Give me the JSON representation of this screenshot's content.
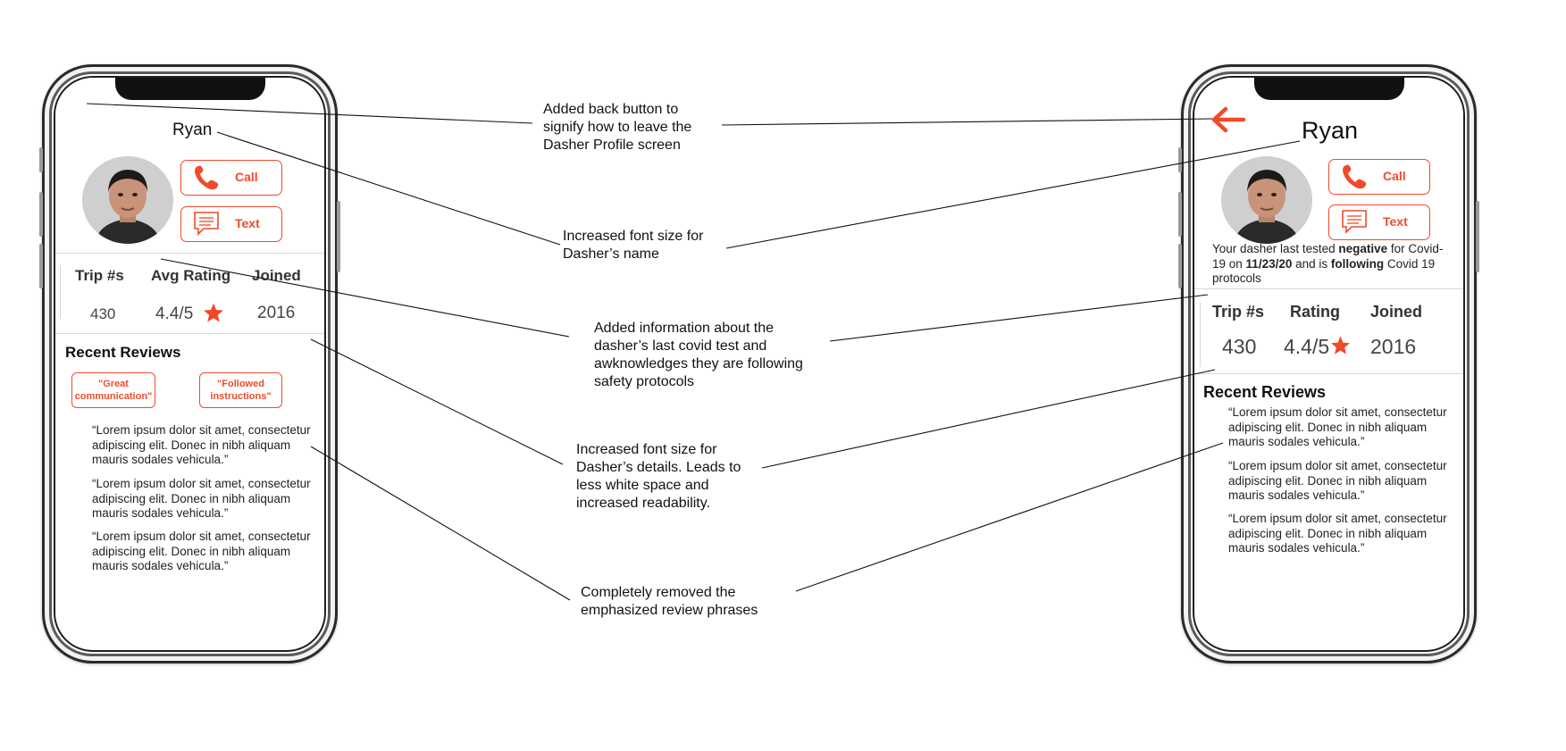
{
  "before": {
    "name": "Ryan",
    "buttons": {
      "call": "Call",
      "text": "Text"
    },
    "stats": {
      "headers": [
        "Trip #s",
        "Avg Rating",
        "Joined"
      ],
      "values": [
        "430",
        "4.4/5",
        "2016"
      ]
    },
    "reviews_title": "Recent Reviews",
    "chips": [
      "\"Great communication\"",
      "\"Followed instructions\""
    ],
    "reviews": [
      "“Lorem ipsum dolor sit amet, consectetur adipiscing elit. Donec in nibh aliquam mauris sodales vehicula.”",
      "“Lorem ipsum dolor sit amet, consectetur adipiscing elit. Donec in nibh aliquam mauris sodales vehicula.”",
      "“Lorem ipsum dolor sit amet, consectetur adipiscing elit. Donec in nibh aliquam mauris sodales vehicula.”"
    ]
  },
  "after": {
    "name": "Ryan",
    "buttons": {
      "call": "Call",
      "text": "Text"
    },
    "covid": {
      "p1": "Your dasher last tested ",
      "negative": "negative",
      "p2": " for Covid-19 on ",
      "date": "11/23/20",
      "p3": " and is ",
      "following": "following",
      "p4": " Covid 19 protocols"
    },
    "stats": {
      "headers": [
        "Trip #s",
        "Rating",
        "Joined"
      ],
      "values": [
        "430",
        "4.4/5",
        "2016"
      ]
    },
    "reviews_title": "Recent Reviews",
    "reviews": [
      "“Lorem ipsum dolor sit amet, consectetur adipiscing elit. Donec in nibh aliquam mauris sodales vehicula.”",
      "“Lorem ipsum dolor sit amet, consectetur adipiscing elit. Donec in nibh aliquam mauris sodales vehicula.”",
      "“Lorem ipsum dolor sit amet, consectetur adipiscing elit. Donec in nibh aliquam mauris sodales vehicula.”"
    ]
  },
  "annotations": [
    "Added back button to\nsignify how to leave the\nDasher Profile screen",
    "Increased font size for\nDasher’s name",
    "Added information about the\ndasher’s last covid test and\nawknowledges they are following\nsafety protocols",
    "Increased font size for\nDasher’s details. Leads to\nless white space and\nincreased readability.",
    "Completely removed the\nemphasized review phrases"
  ],
  "colors": {
    "accent": "#f04a2a",
    "star": "#f04a2a",
    "text": "#222222"
  },
  "icons": [
    "phone-icon",
    "chat-bubble-icon",
    "star-icon",
    "back-arrow-icon"
  ]
}
